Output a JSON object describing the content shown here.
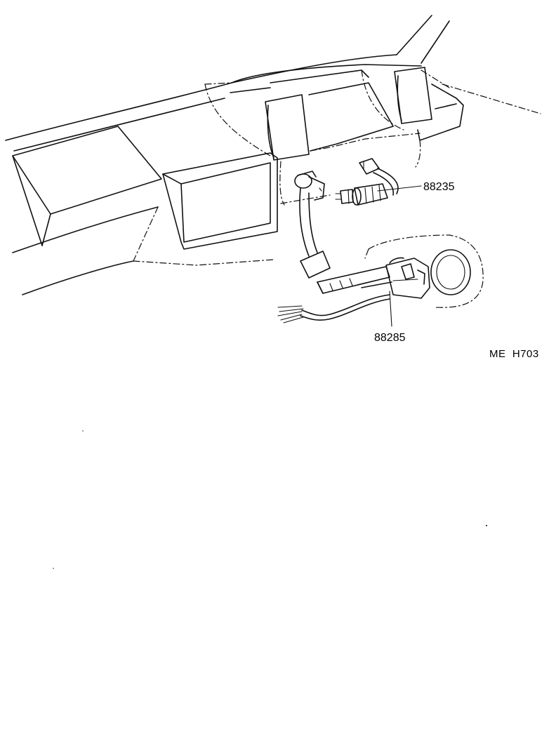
{
  "callouts": [
    {
      "id": "part-88235",
      "text": "88235"
    },
    {
      "id": "part-88285",
      "text": "88285"
    }
  ],
  "figure_code": "ME  H703"
}
